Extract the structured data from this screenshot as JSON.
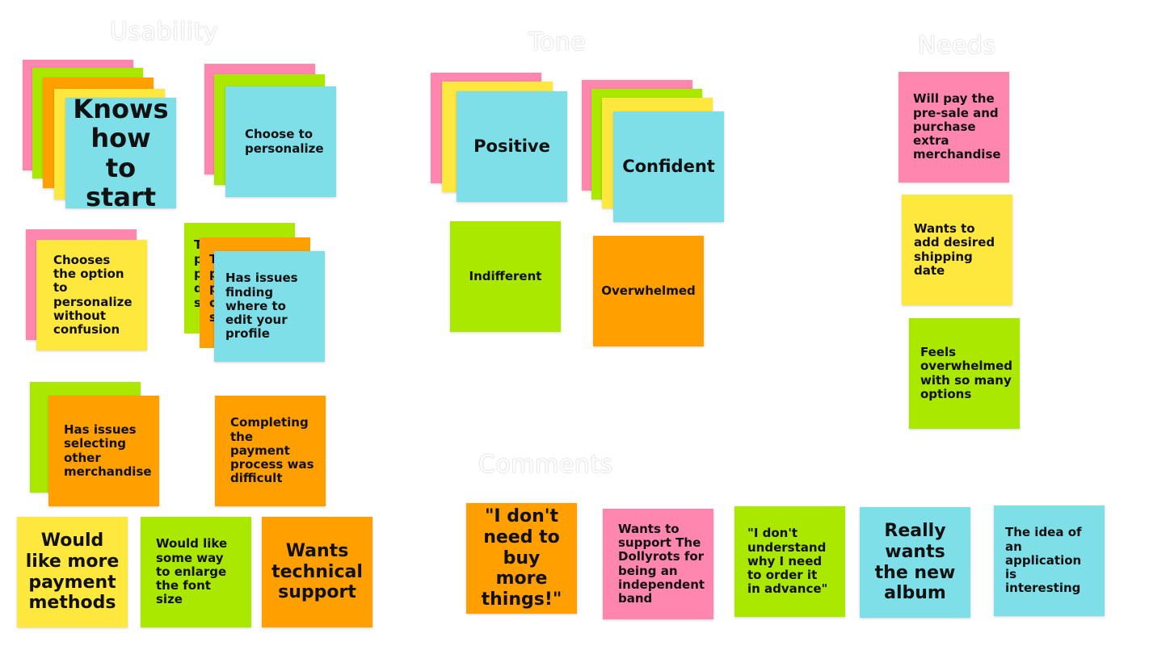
{
  "headings": {
    "usability": "Usability",
    "tone": "Tone",
    "needs": "Needs",
    "comments": "Comments"
  },
  "usability": {
    "knows_start": "Knows how to start",
    "choose_personalize": "Choose to personalize",
    "chooses_option": "Chooses the option to personalize without confusion",
    "peek_letters_1": "T p p d s",
    "peek_letters_2": "T p p o s",
    "has_issues_edit": "Has issues finding where to edit your profile",
    "has_issues_merch": "Has issues selecting other merchandise",
    "payment_difficult": "Completing the payment process was difficult",
    "more_payment": "Would like more payment methods",
    "enlarge_font": "Would like some way to enlarge the font size",
    "tech_support": "Wants technical support"
  },
  "tone": {
    "positive": "Positive",
    "confident": "Confident",
    "indifferent": "Indifferent",
    "overwhelmed": "Overwhelmed"
  },
  "needs": {
    "presale": "Will pay the pre-sale and purchase extra merchandise",
    "shipping": "Wants to add desired shipping date",
    "options": "Feels overwhelmed with so many options"
  },
  "comments": {
    "dont_need": "\"I don't need to buy more things!\"",
    "support_band": "Wants to support The Dollyrots for being an independent band",
    "understand": "\"I don't understand why I need to order it in advance\"",
    "album": "Really wants the new album",
    "idea": "The idea of an application is interesting"
  },
  "colors": {
    "pink": "#ff86ae",
    "green": "#abe800",
    "orange": "#ff9f00",
    "yellow": "#ffe83d",
    "blue": "#7fdfe9"
  }
}
